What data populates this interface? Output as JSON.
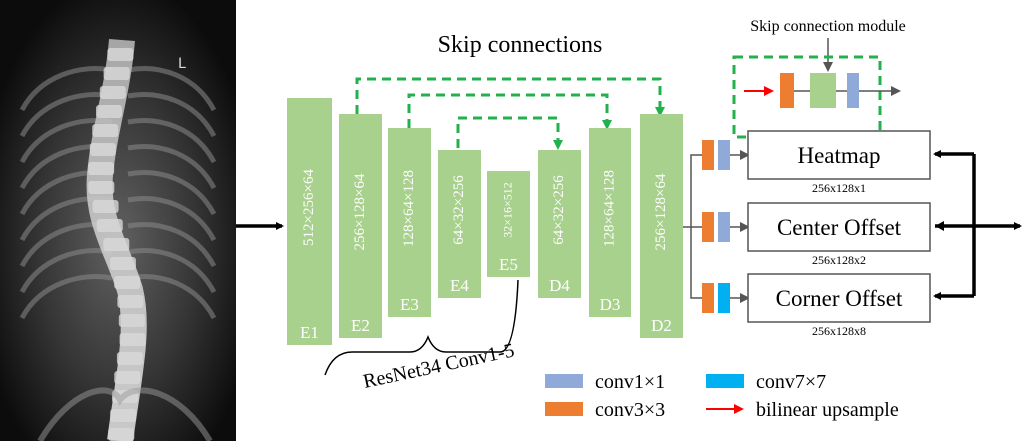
{
  "diagram": {
    "title": "Skip connections",
    "module_title": "Skip connection module",
    "encoder_group_label": "ResNet34 Conv1-5",
    "encoder_blocks": [
      {
        "id": "E1",
        "dims": "512×256×64"
      },
      {
        "id": "E2",
        "dims": "256×128×64"
      },
      {
        "id": "E3",
        "dims": "128×64×128"
      },
      {
        "id": "E4",
        "dims": "64×32×256"
      },
      {
        "id": "E5",
        "dims": "32×16×512"
      }
    ],
    "decoder_blocks": [
      {
        "id": "D4",
        "dims": "64×32×256"
      },
      {
        "id": "D3",
        "dims": "128×64×128"
      },
      {
        "id": "D2",
        "dims": "256×128×64"
      }
    ],
    "heads": [
      {
        "name": "Heatmap",
        "size": "256x128x1"
      },
      {
        "name": "Center Offset",
        "size": "256x128x2"
      },
      {
        "name": "Corner Offset",
        "size": "256x128x8"
      }
    ],
    "legend": [
      {
        "label": "conv1×1",
        "color": "#8fa9d9"
      },
      {
        "label": "conv3×3",
        "color": "#ed7d31"
      },
      {
        "label": "conv7×7",
        "color": "#00b0f0"
      },
      {
        "label": "bilinear upsample",
        "color": "#ff0000"
      }
    ],
    "colors": {
      "block": "#a9d18e",
      "skip": "#22b14c",
      "xray_bg": "#101010"
    }
  }
}
